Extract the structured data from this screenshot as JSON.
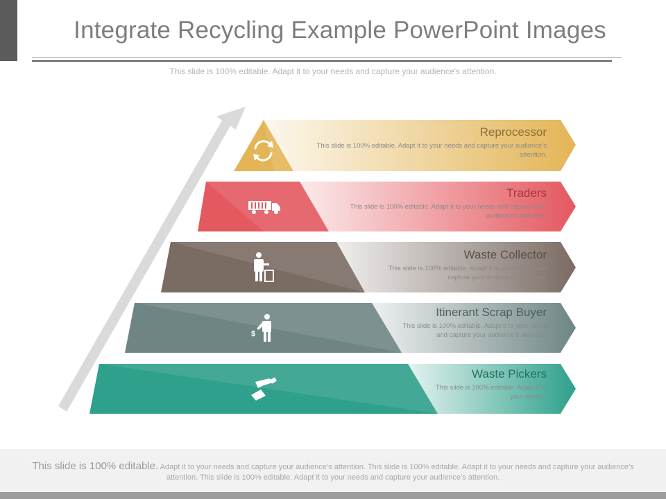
{
  "slide": {
    "title": "Integrate Recycling Example PowerPoint Images",
    "subtitle": "This slide is 100% editable. Adapt it to your needs and capture your audience's attention."
  },
  "levels": [
    {
      "heading": "Reprocessor",
      "description": "This slide is 100% editable. Adapt it to your needs and capture your audience’s attention.",
      "icon": "recycle-icon",
      "color": "#e3b556",
      "heading_color": "#8b6e37"
    },
    {
      "heading": "Traders",
      "description": "This slide is 100% editable. Adapt it to your needs and capture your audience’s attention.",
      "icon": "truck-icon",
      "color": "#e4585f",
      "heading_color": "#a3373c"
    },
    {
      "heading": "Waste Collector",
      "description": "This slide is 100% editable. Adapt it to your needs and capture your audience’s attention.",
      "icon": "waste-collector-icon",
      "color": "#7a6b63",
      "heading_color": "#5b504a"
    },
    {
      "heading": "Itinerant Scrap Buyer",
      "description": "This slide is 100% editable. Adapt it to your needs and capture your audience’s attention.",
      "icon": "scrap-buyer-icon",
      "color": "#6e8584",
      "heading_color": "#4d5f5e"
    },
    {
      "heading": "Waste Pickers",
      "description": "This slide is 100% editable. Adapt it to your needs .",
      "icon": "hand-picking-icon",
      "color": "#2ea08b",
      "heading_color": "#23725f"
    }
  ],
  "footer": {
    "lead": "This slide is 100% editable.",
    "body": " Adapt it to your needs and capture your audience’s attention. This slide is 100% editable. Adapt it to your needs and capture your audience’s attention. This slide is 100% editable. Adapt it to your needs and capture your audience’s attention."
  }
}
